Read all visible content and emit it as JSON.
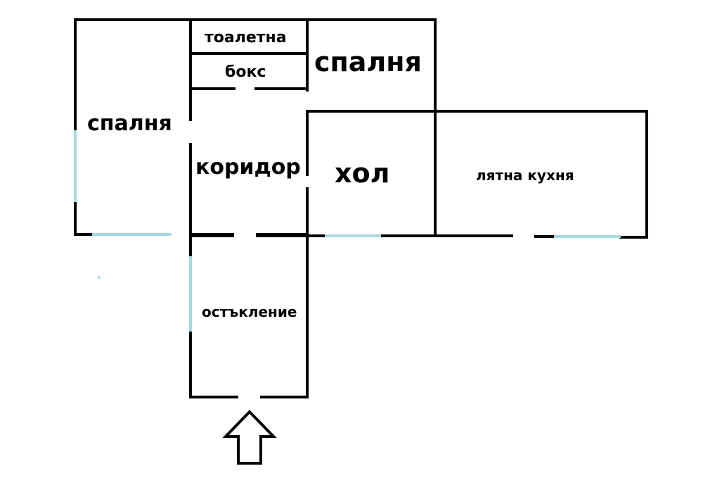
{
  "colors": {
    "wall": "#000000",
    "window": "#a8d8e0",
    "background": "#ffffff"
  },
  "rooms": {
    "bedroom_left": "спалня",
    "toilet": "тоалетна",
    "bath": "бокс",
    "bedroom_top": "спалня",
    "corridor": "коридор",
    "living_room": "хол",
    "summer_kitchen": "лятна кухня",
    "glazing": "остъкление"
  },
  "entrance": {
    "icon": "entrance-arrow-icon",
    "direction": "up"
  }
}
